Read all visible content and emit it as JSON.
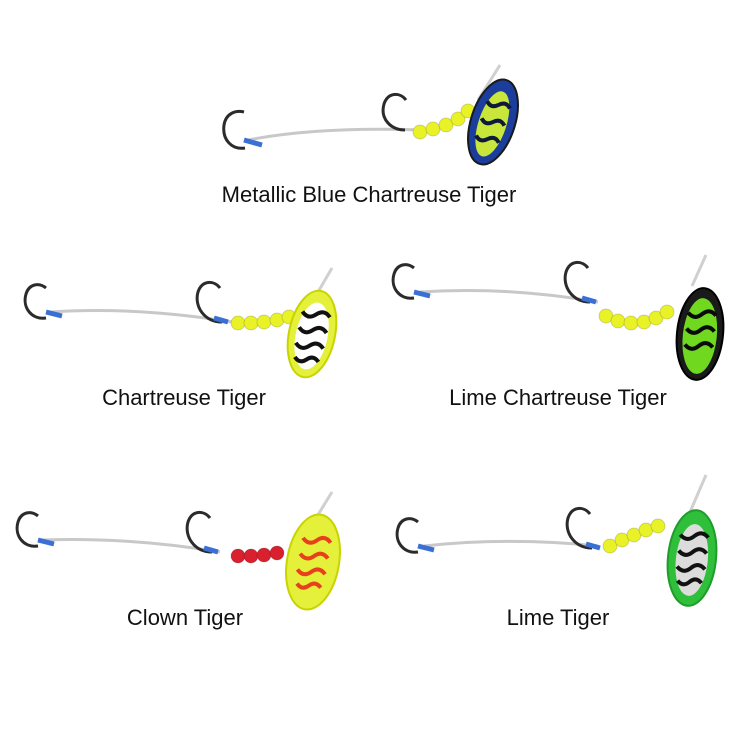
{
  "variants": [
    {
      "name": "Metallic Blue Chartreuse Tiger",
      "blade": "#1b3d9c",
      "blade_inner": "#c9e63a",
      "stripe": "#0d1a3a",
      "beads": "#e8f226",
      "edge": "#1a1a1a"
    },
    {
      "name": "Chartreuse Tiger",
      "blade": "#e4f03a",
      "blade_inner": "#ffffff",
      "stripe": "#111111",
      "beads": "#e8f226",
      "edge": "#c8d400"
    },
    {
      "name": "Lime Chartreuse Tiger",
      "blade": "#1a1a1a",
      "blade_inner": "#6fd81f",
      "stripe": "#0a0a0a",
      "beads": "#e8f226",
      "edge": "#000000"
    },
    {
      "name": "Clown Tiger",
      "blade": "#e4f03a",
      "blade_inner": "#e4f03a",
      "stripe": "#e8401c",
      "beads": "#d8202e",
      "edge": "#c8d400"
    },
    {
      "name": "Lime Tiger",
      "blade": "#2fbf3a",
      "blade_inner": "#dcdcdc",
      "stripe": "#111111",
      "beads": "#e8f226",
      "edge": "#1f9c2a"
    }
  ]
}
